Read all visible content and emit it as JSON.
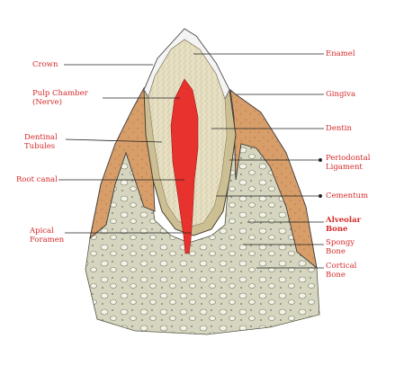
{
  "diagram": {
    "labels": {
      "crown": "Crown",
      "pulp_chamber_line1": "Pulp Chamber",
      "pulp_chamber_line2": "(Nerve)",
      "dentinal_tubules_line1": "Dentinal",
      "dentinal_tubules_line2": "Tubules",
      "root_canal": "Root canal",
      "apical_foramen_line1": "Apical",
      "apical_foramen_line2": "Foramen",
      "enamel": "Enamel",
      "gingiva": "Gingiva",
      "dentin": "Dentin",
      "periodontal_ligament_line1": "Periodontal",
      "periodontal_ligament_line2": "Ligament",
      "cementum": "Cementum",
      "alveolar_bone_line1": "Alveolar",
      "alveolar_bone_line2": "Bone",
      "spongy_bone_line1": "Spongy",
      "spongy_bone_line2": "Bone",
      "cortical_bone_line1": "Cortical",
      "cortical_bone_line2": "Bone"
    },
    "colors": {
      "label_text": "#d42a2a",
      "leader_line": "#222222",
      "pulp": "#e8322e",
      "gingiva": "#d9a070",
      "bone": "#dcdcc8",
      "dentin": "#e4dcbc",
      "enamel": "#f4f4f4"
    }
  }
}
